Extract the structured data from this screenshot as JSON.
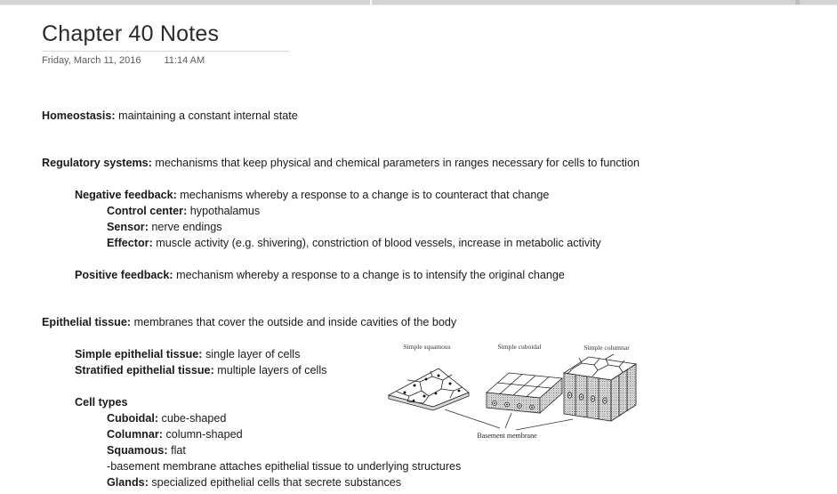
{
  "header": {
    "title": "Chapter 40 Notes",
    "date": "Friday, March 11, 2016",
    "time": "11:14 AM"
  },
  "notes": {
    "homeostasis": {
      "bold": "Homeostasis:",
      "rest": " maintaining a constant internal state"
    },
    "regulatory": {
      "bold": "Regulatory systems:",
      "rest": " mechanisms that keep physical and chemical parameters in ranges necessary for cells to function"
    },
    "negative_feedback": {
      "bold": "Negative feedback:",
      "rest": " mechanisms whereby a response to a change is to counteract that change"
    },
    "control_center": {
      "bold": "Control center:",
      "rest": " hypothalamus"
    },
    "sensor": {
      "bold": "Sensor:",
      "rest": " nerve endings"
    },
    "effector": {
      "bold": "Effector:",
      "rest": " muscle activity (e.g. shivering), constriction of blood vessels, increase in metabolic activity"
    },
    "positive_feedback": {
      "bold": "Positive feedback:",
      "rest": " mechanism whereby a response to a change is to intensify the original change"
    },
    "epithelial": {
      "bold": "Epithelial tissue:",
      "rest": " membranes that cover the outside and inside cavities of the body"
    },
    "simple_epithelial": {
      "bold": "Simple epithelial tissue:",
      "rest": " single layer of cells"
    },
    "stratified_epithelial": {
      "bold": "Stratified epithelial tissue:",
      "rest": " multiple layers of cells"
    },
    "cell_types": {
      "bold": "Cell types",
      "rest": ""
    },
    "cuboidal": {
      "bold": "Cuboidal:",
      "rest": " cube-shaped"
    },
    "columnar": {
      "bold": "Columnar:",
      "rest": " column-shaped"
    },
    "squamous": {
      "bold": "Squamous:",
      "rest": " flat"
    },
    "basement_note": {
      "bold": "",
      "rest": "-basement membrane attaches epithelial tissue to underlying structures"
    },
    "glands": {
      "bold": "Glands:",
      "rest": " specialized epithelial cells that secrete substances"
    }
  },
  "diagram": {
    "label_squamous": "Simple squamous",
    "label_cuboidal": "Simple cuboidal",
    "label_columnar": "Simple columnar",
    "label_basement": "Basement membrane"
  },
  "colors": {
    "topbar": "#d3d3d3",
    "title_rule": "#d9d9d9",
    "date_text": "#5b5b5b",
    "body_text": "#1a1a1a"
  }
}
